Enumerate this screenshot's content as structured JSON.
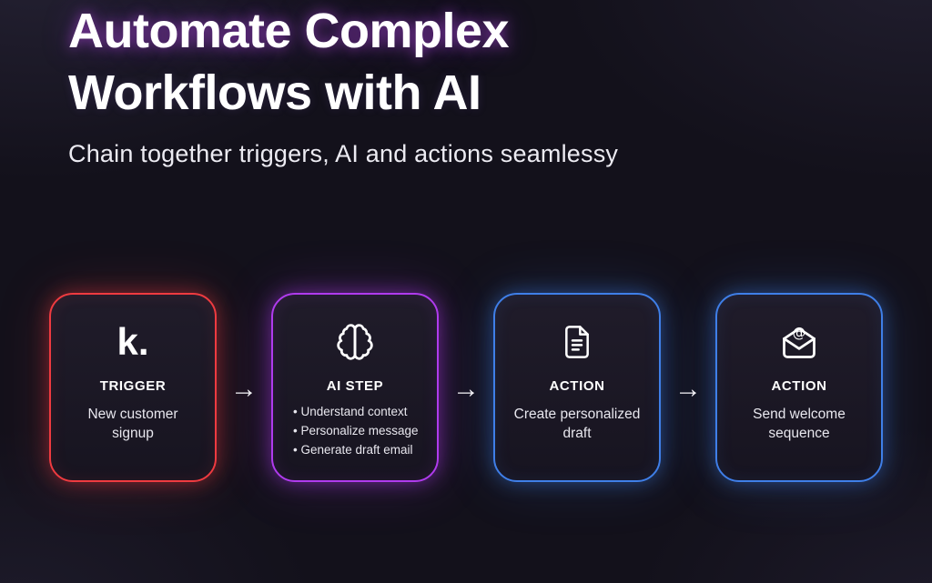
{
  "header": {
    "title_line1": "Automate Complex",
    "title_line2": "Workflows with AI",
    "subtitle": "Chain together triggers, AI and actions seamlessy"
  },
  "workflow": {
    "cards": [
      {
        "icon": "k-logo-icon",
        "label": "TRIGGER",
        "description": "New customer signup",
        "accent": "#ef3b40"
      },
      {
        "icon": "brain-icon",
        "label": "AI STEP",
        "bullets": [
          "Understand context",
          "Personalize message",
          "Generate draft email"
        ],
        "accent": "#b03bee"
      },
      {
        "icon": "document-icon",
        "label": "ACTION",
        "description": "Create personalized draft",
        "accent": "#3f7fe8"
      },
      {
        "icon": "email-at-icon",
        "label": "ACTION",
        "description": "Send welcome sequence",
        "accent": "#3f7fe8"
      }
    ],
    "icons": {
      "k_logo_glyph": "k.",
      "arrow_glyph": "→"
    }
  }
}
